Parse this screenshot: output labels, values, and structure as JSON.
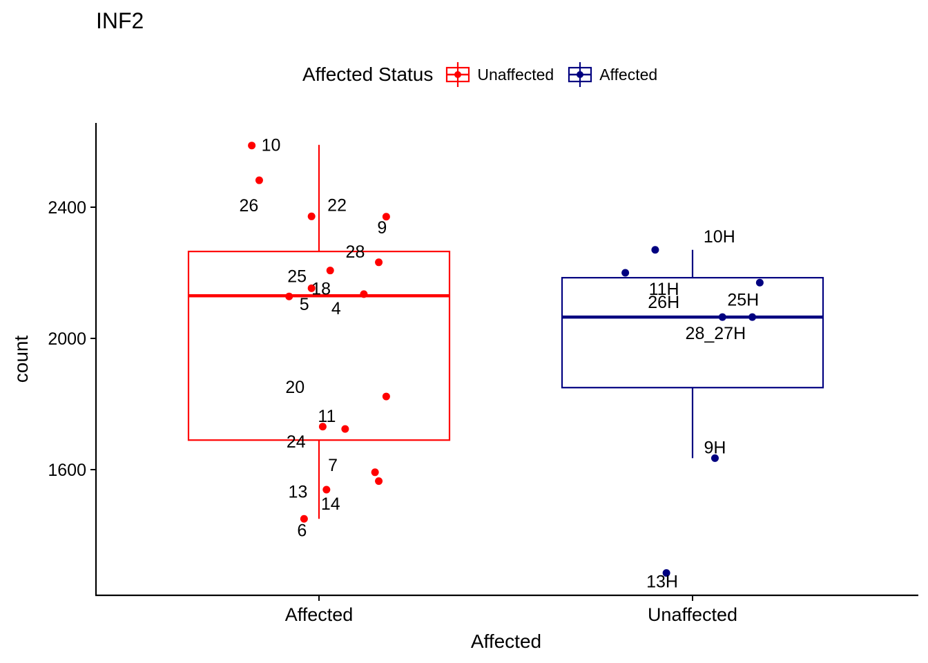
{
  "chart_data": {
    "type": "boxplot",
    "title": "INF2",
    "xlabel": "Affected",
    "ylabel": "count",
    "categories": [
      "Affected",
      "Unaffected"
    ],
    "yticks": [
      1600,
      2000,
      2400
    ],
    "ylim": [
      1230,
      2665
    ],
    "legend": {
      "title": "Affected Status",
      "position": "top",
      "entries": [
        {
          "label": "Unaffected",
          "color": "#ff0000"
        },
        {
          "label": "Affected",
          "color": "#000080"
        }
      ]
    },
    "boxes": [
      {
        "category": "Affected",
        "color": "#ff0000",
        "whisker_low": 1450,
        "q1": 1690,
        "median": 2130,
        "q3": 2265,
        "whisker_high": 2590
      },
      {
        "category": "Unaffected",
        "color": "#000080",
        "whisker_low": 1635,
        "q1": 1850,
        "median": 2065,
        "q3": 2185,
        "whisker_high": 2270
      }
    ],
    "points": [
      {
        "category": "Affected",
        "jitter": -0.18,
        "y": 2588,
        "label": "10"
      },
      {
        "category": "Affected",
        "jitter": -0.16,
        "y": 2482,
        "label": "26"
      },
      {
        "category": "Affected",
        "jitter": -0.02,
        "y": 2372,
        "label": "22"
      },
      {
        "category": "Affected",
        "jitter": 0.18,
        "y": 2371,
        "label": "9"
      },
      {
        "category": "Affected",
        "jitter": 0.16,
        "y": 2232,
        "label": "28"
      },
      {
        "category": "Affected",
        "jitter": 0.03,
        "y": 2207,
        "label": "25"
      },
      {
        "category": "Affected",
        "jitter": -0.02,
        "y": 2153,
        "label": "18"
      },
      {
        "category": "Affected",
        "jitter": 0.12,
        "y": 2135,
        "label": "4"
      },
      {
        "category": "Affected",
        "jitter": -0.08,
        "y": 2128,
        "label": "5"
      },
      {
        "category": "Affected",
        "jitter": 0.18,
        "y": 1823,
        "label": "20"
      },
      {
        "category": "Affected",
        "jitter": 0.01,
        "y": 1731,
        "label": "11"
      },
      {
        "category": "Affected",
        "jitter": 0.07,
        "y": 1724,
        "label": "24"
      },
      {
        "category": "Affected",
        "jitter": 0.15,
        "y": 1592,
        "label": "7"
      },
      {
        "category": "Affected",
        "jitter": 0.16,
        "y": 1565,
        "label": "13"
      },
      {
        "category": "Affected",
        "jitter": 0.02,
        "y": 1539,
        "label": "14"
      },
      {
        "category": "Affected",
        "jitter": -0.04,
        "y": 1450,
        "label": "6"
      },
      {
        "category": "Unaffected",
        "jitter": -0.1,
        "y": 2270,
        "label": "10H"
      },
      {
        "category": "Unaffected",
        "jitter": -0.18,
        "y": 2200,
        "label": "11H"
      },
      {
        "category": "Unaffected",
        "jitter": 0.18,
        "y": 2170,
        "label": "25H"
      },
      {
        "category": "Unaffected",
        "jitter": 0.08,
        "y": 2065,
        "label": "26H"
      },
      {
        "category": "Unaffected",
        "jitter": 0.16,
        "y": 2065,
        "label": "28_27H"
      },
      {
        "category": "Unaffected",
        "jitter": 0.06,
        "y": 1635,
        "label": "9H"
      },
      {
        "category": "Unaffected",
        "jitter": -0.07,
        "y": 1285,
        "label": "13H"
      }
    ]
  }
}
